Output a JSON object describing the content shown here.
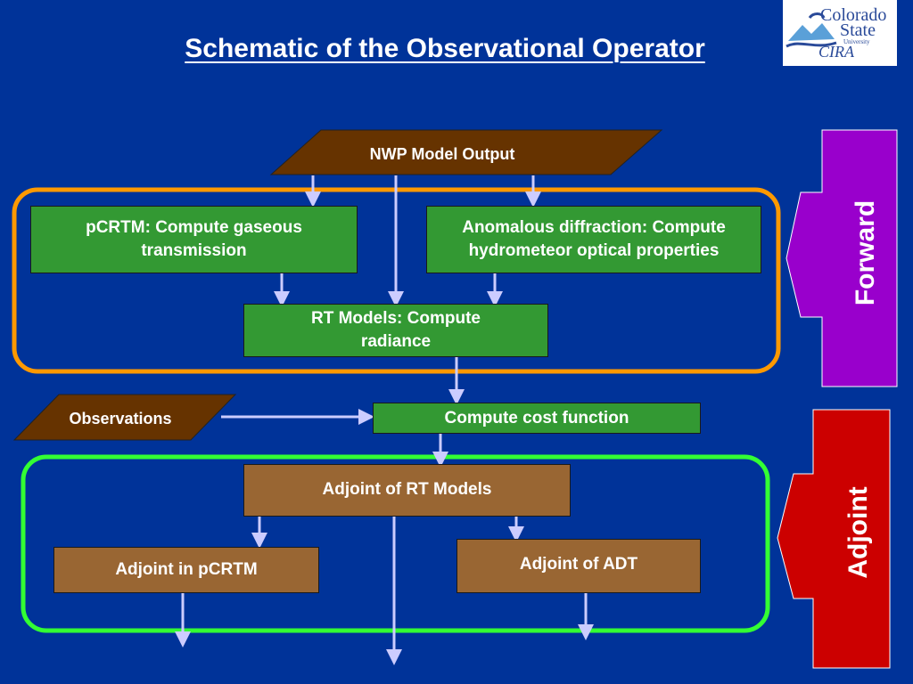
{
  "title": "Schematic of the Observational Operator",
  "logo": {
    "line1": "Colorado",
    "line2": "State",
    "line3": "University",
    "line4": "CIRA"
  },
  "nodes": {
    "nwp_output": "NWP Model Output",
    "pcrtm": "pCRTM: Compute gaseous transmission",
    "anomalous": "Anomalous diffraction: Compute hydrometeor optical properties",
    "rt_models": "RT Models: Compute radiance",
    "observations": "Observations",
    "cost_function": "Compute cost function",
    "adjoint_rt": "Adjoint of RT Models",
    "adjoint_pcrtm": "Adjoint in pCRTM",
    "adjoint_adt": "Adjoint of ADT"
  },
  "side_labels": {
    "forward": "Forward",
    "adjoint": "Adjoint"
  },
  "colors": {
    "background": "#003399",
    "green_box": "#339933",
    "brown_box": "#996633",
    "parallelogram": "#663300",
    "forward_frame": "#ff9900",
    "adjoint_frame": "#33ff33",
    "forward_arrow": "#9900cc",
    "adjoint_arrow": "#cc0000",
    "connector": "#ccccff"
  }
}
